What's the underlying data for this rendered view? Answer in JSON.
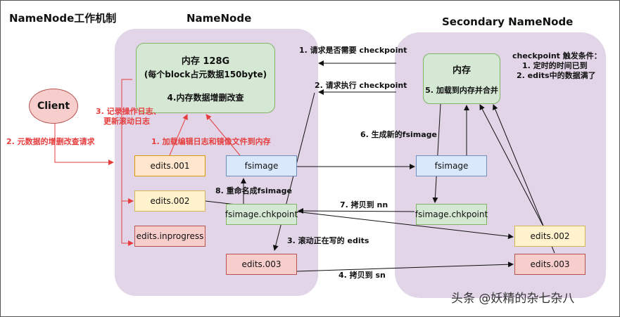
{
  "title": "NameNode工作机制",
  "namenode": {
    "label": "NameNode",
    "memory": {
      "line1": "内存 128G",
      "line2": "(每个block占元数据150byte)",
      "line3": "4.内存数据增删改查"
    },
    "edits001": "edits.001",
    "edits002": "edits.002",
    "edits_inprogress": "edits.inprogress",
    "fsimage": "fsimage",
    "fsimage_chkpoint": "fsimage.chkpoint",
    "edits003": "edits.003"
  },
  "secondary": {
    "label": "Secondary NameNode",
    "memory_title": "内存",
    "memory_sub": "5. 加载到内存并合并",
    "fsimage": "fsimage",
    "fsimage_chkpoint": "fsimage.chkpoint",
    "edits002": "edits.002",
    "edits003": "edits.003"
  },
  "client": "Client",
  "trigger": {
    "title": "checkpoint 触发条件：",
    "cond1": "1. 定时的时间已到",
    "cond2": "2. edits中的数据满了"
  },
  "steps": {
    "s1": "1. 请求是否需要 checkpoint",
    "s2": "2. 请求执行 checkpoint",
    "s3": "3. 滚动正在写的 edits",
    "s4": "4. 拷贝到 sn",
    "s6": "6. 生成新的fsimage",
    "s7": "7. 拷贝到 nn",
    "s8": "8. 重命名成fsimage"
  },
  "red_labels": {
    "client_req": "2. 元数据的增删改查请求",
    "log_line1": "3. 记录操作日志、",
    "log_line2": "更新滚动日志",
    "load": "1. 加载编辑日志和镜像文件到内存"
  },
  "watermark": "头条 @妖精的杂七杂八",
  "colors": {
    "region": "#e1d5e7",
    "green_fill": "#d5e8d4",
    "green_stroke": "#82b366",
    "orange_fill": "#ffe6cc",
    "orange_stroke": "#d79b00",
    "blue_fill": "#dae8fc",
    "blue_stroke": "#6c8ebf",
    "red_fill": "#f8cecc",
    "red_stroke": "#b85450",
    "yellow_fill": "#fff2cc",
    "yellow_stroke": "#d6b656",
    "accent_red": "#e63e3e"
  }
}
